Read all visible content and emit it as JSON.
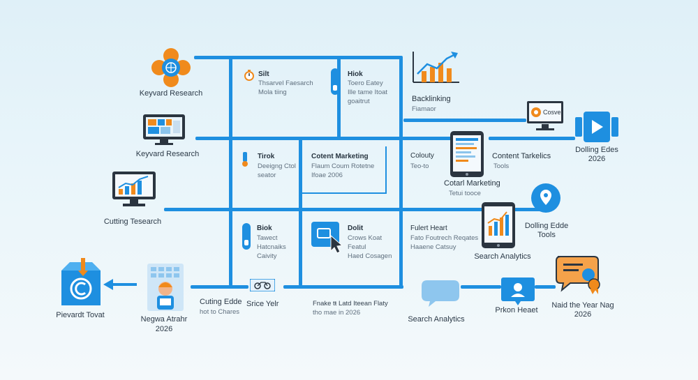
{
  "colors": {
    "accent": "#1e8fe0",
    "orange": "#f08a1c",
    "dark": "#2b3540"
  },
  "nodes": {
    "keyword_research_top": "Keyvard Research",
    "keyword_research_mid": "Keyvard Research",
    "cutting_tesearch": "Cutting Tesearch",
    "pievardt_tovat": "Pievardt Tovat",
    "negwa_atrahr": "Negwa Atrahr\n2026",
    "cuting_edde": {
      "title": "Cuting Edde",
      "sub": "hot to Chares"
    },
    "srice_yelr": "Srice Yelr",
    "fnake": {
      "title": "Fnake tŧ Latd Iteean Flaty",
      "sub": "tho mae in 2026"
    },
    "search_analytics_bottom": "Search Analytics",
    "prkon_heaet": "Prkon Heaet",
    "naidthe_year": "Naid the Year Nag\n2026",
    "silt": {
      "title": "Silt",
      "line1": "Thsarvel Faesarch",
      "line2": "Mola tiing"
    },
    "hiok": {
      "title": "Hiok",
      "line1": "Toero Eatey",
      "line2": "Ille tame Itoat",
      "line3": "goaitrut"
    },
    "backlinking": {
      "title": "Backlinking",
      "sub": "Fiamaor"
    },
    "tirok": {
      "title": "Tirok",
      "line1": "Deeigng Ctol",
      "line2": "seator"
    },
    "content_marketing_box": {
      "title": "Cotent Marketing",
      "line1": "Flaum Coum Rotetne",
      "line2": "Ifoae 2006"
    },
    "colouty": {
      "title": "Colouty",
      "sub": "Teo-to"
    },
    "cotarl_marketing": {
      "title": "Cotarl Marketing",
      "sub": "Tetui tooce"
    },
    "content_tarkelics": {
      "title": "Content Tarkelics",
      "sub": "Tools"
    },
    "dolling_edes": "Dolling Edes\n2026",
    "cosve_label": "Cosve",
    "biok": {
      "title": "Biok",
      "line1": "Tawect",
      "line2": "Hatcnaiks",
      "line3": "Caivity"
    },
    "dolit": {
      "title": "Dolit",
      "line1": "Crows Koat",
      "line2": "Featul",
      "line3": "Haed Cosagen"
    },
    "fulert_heart": {
      "title": "Fulert Heart",
      "line1": "Fato Foutrech Reqates",
      "line2": "Haaene Catsuy"
    },
    "search_analytics_right": "Search Analytics",
    "dolling_edde_tools": "Dolling Edde\nTools"
  }
}
